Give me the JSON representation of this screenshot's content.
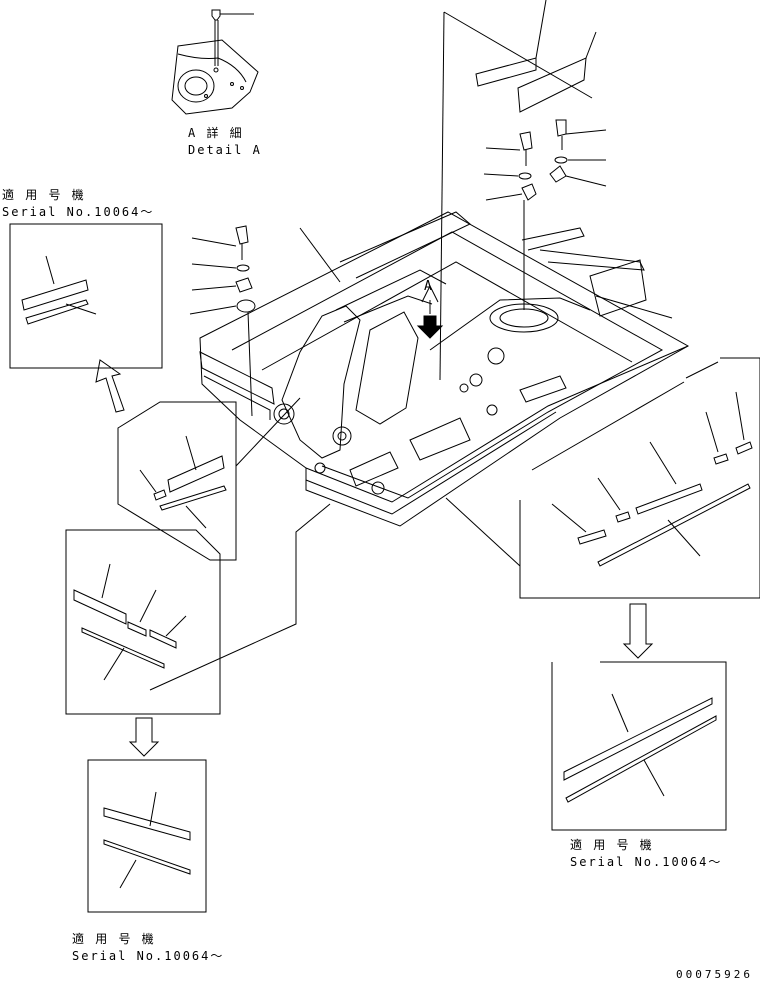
{
  "detail_a": {
    "jp": "A 詳 細",
    "en": "Detail A"
  },
  "view_marker": "A",
  "serial_upper_left": {
    "jp": "適 用 号 機",
    "en": "Serial No.10064～"
  },
  "serial_lower_right": {
    "jp": "適 用 号 機",
    "en": "Serial No.10064～"
  },
  "serial_lower_left": {
    "jp": "適 用 号 機",
    "en": "Serial No.10064～"
  },
  "drawing_code": "00075926"
}
